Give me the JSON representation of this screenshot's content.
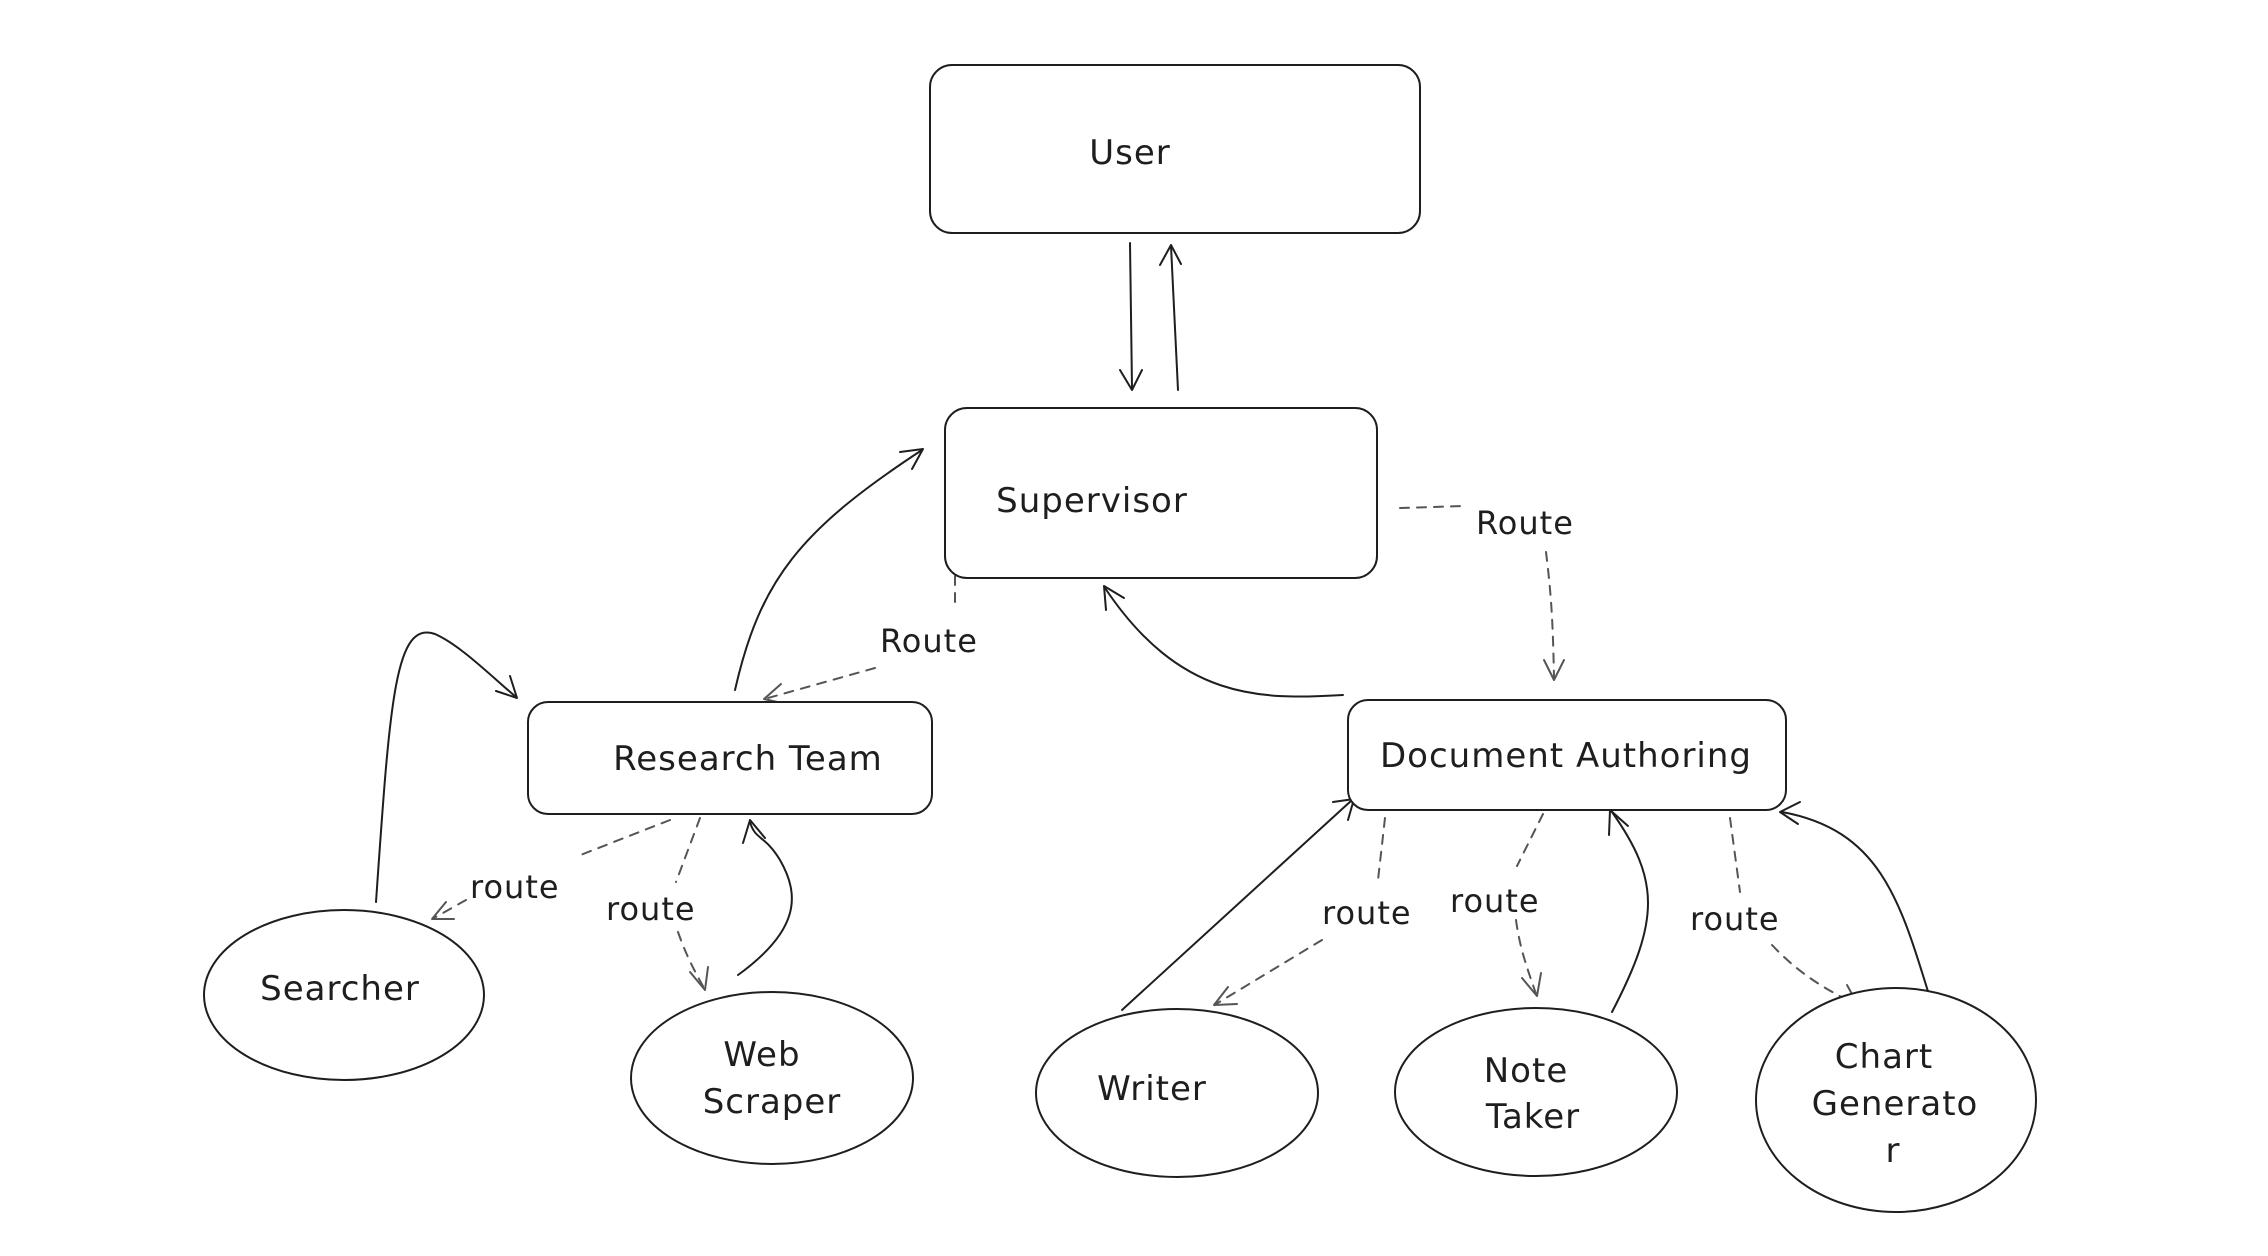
{
  "nodes": {
    "user": "User",
    "supervisor": "Supervisor",
    "research_team": "Research Team",
    "document_authoring": "Document Authoring",
    "searcher": "Searcher",
    "web_scraper": [
      "Web",
      "Scraper"
    ],
    "writer": "Writer",
    "note_taker": [
      "Note",
      "Taker"
    ],
    "chart_generator": [
      "Chart",
      "Generato",
      "r"
    ]
  },
  "edge_labels": {
    "supervisor_to_research": "Route",
    "supervisor_to_document": "Route",
    "research_to_searcher": "route",
    "research_to_scraper": "route",
    "document_to_writer": "route",
    "document_to_note_taker": "route",
    "document_to_chart": "route"
  }
}
